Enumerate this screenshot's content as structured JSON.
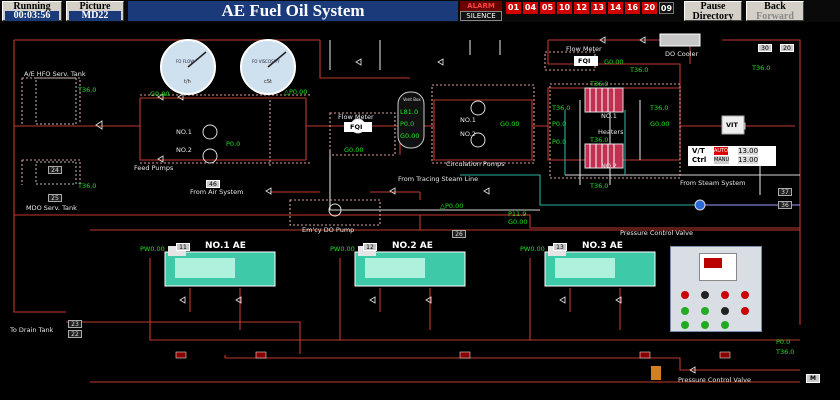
{
  "header": {
    "running_label": "Running",
    "running_value": "00:03:56",
    "picture_label": "Picture",
    "picture_value": "MD22",
    "title": "AE Fuel Oil System",
    "alarm_label": "ALARM",
    "silence_label": "SILENCE",
    "alarm_channels": [
      "01",
      "04",
      "05",
      "10",
      "12",
      "13",
      "14",
      "16",
      "20",
      "09"
    ],
    "pause_l1": "Pause",
    "pause_l2": "Directory",
    "back_l1": "Back",
    "back_l2": "Forward"
  },
  "colors": {
    "pipe_fuel": "#c0392b",
    "pipe_steam": "#d8d8d8",
    "pipe_heat": "#2ab0a0",
    "text_green": "#20e020",
    "alarm_red": "#d00000"
  },
  "labels": {
    "hfo_tank": "A/E HFO Serv. Tank",
    "mdo_tank": "MDO Serv. Tank",
    "feed_pumps": "Feed Pumps",
    "from_air": "From Air System",
    "flow_meter_1": "Flow Meter",
    "flow_meter_2": "Flow Meter",
    "fqi_1": "FQI",
    "fqi_2": "FQI",
    "circ_pumps": "Circulation Pumps",
    "tracing": "From Tracing Steam Line",
    "from_steam": "From Steam System",
    "do_cooler": "DO Cooler",
    "heaters": "Heaters",
    "no1": "NO.1",
    "no2": "NO.2",
    "emcy": "Em'cy DO Pump",
    "pcv_top": "Pressure Control Valve",
    "pcv_bot": "Pressure Control Valve",
    "drain": "To Drain Tank",
    "vit": "VIT",
    "vt": "V/T",
    "ctrl": "Ctrl",
    "auto": "AUTO",
    "manu": "MANU",
    "vt_val": "13.00",
    "ctrl_val": "13.00",
    "m_button": "M",
    "vent_label": "Vent Box"
  },
  "readings": {
    "t_hfo": "T36.0",
    "t_mdo": "T36.0",
    "g_feed": "G0.00",
    "p_feed": "P0.0",
    "p_air": "△P0.00",
    "l_vent": "L81.0",
    "p_vent": "P0.0",
    "g_vent": "G0.00",
    "g_circ": "G0.00",
    "g_flow1": "G0.00",
    "g_flow2": "G0.00",
    "t_cooler_in": "T36.0",
    "t_cooler_out": "T36.0",
    "t_h1a": "T36.0",
    "t_h1b": "T36.0",
    "t_h1c": "T36.0",
    "t_h2a": "T36.0",
    "t_h2b": "T36.0",
    "p_heat1": "P0.0",
    "p_heat2": "P0.0",
    "g_heat": "G0.00",
    "p_emcy": "△P0.00",
    "p_main": "P11.9",
    "g_main": "G0.00",
    "pw1": "PW0.00",
    "pw2": "PW0.00",
    "pw3": "PW0.00",
    "p_bottom": "P0.0",
    "t_bottom": "T36.0"
  },
  "gauges": [
    {
      "name": "FO FLOW",
      "unit": "t/h"
    },
    {
      "name": "FO VISCOSITY",
      "unit": "cSt"
    }
  ],
  "tags": [
    "24",
    "25",
    "46",
    "26",
    "11",
    "12",
    "13",
    "23",
    "22",
    "30",
    "20",
    "37",
    "36"
  ],
  "engines": [
    {
      "title": "NO.1 AE"
    },
    {
      "title": "NO.2 AE"
    },
    {
      "title": "NO.3 AE"
    }
  ]
}
